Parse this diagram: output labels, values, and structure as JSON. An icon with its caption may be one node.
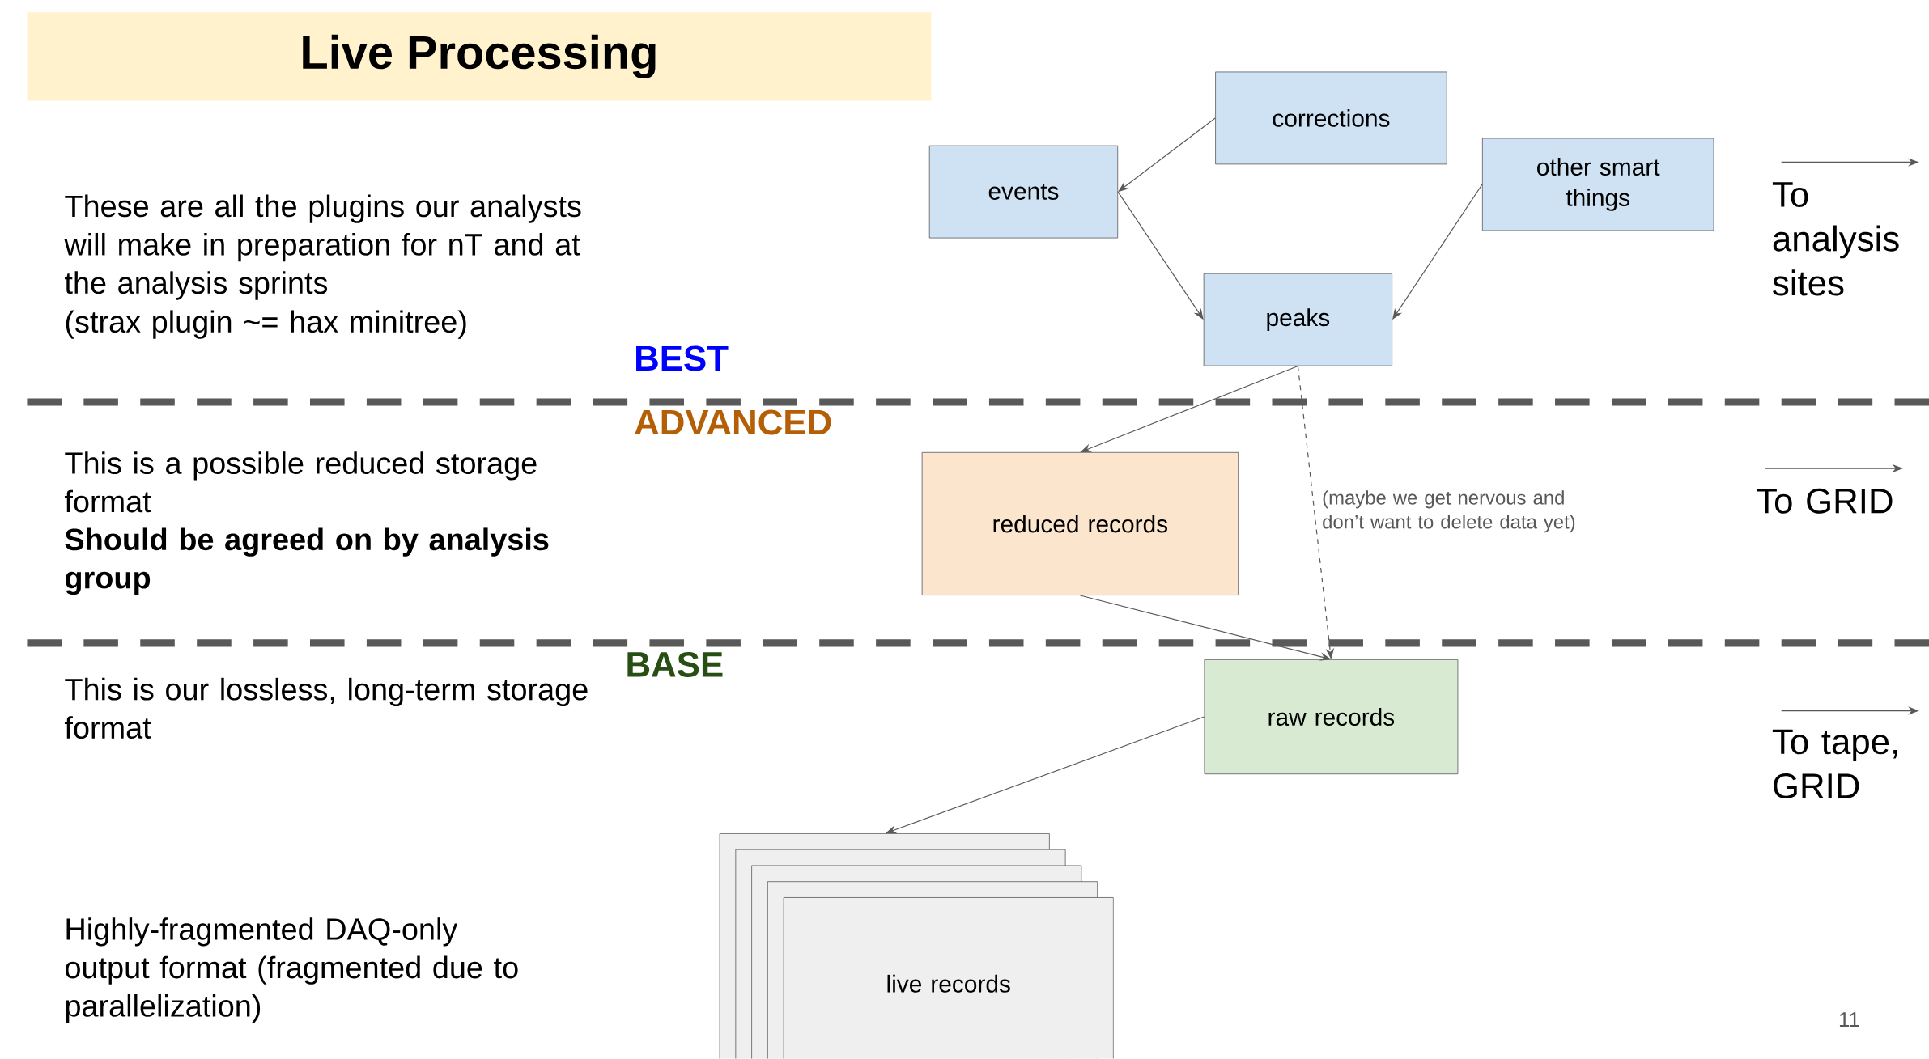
{
  "diagram": {
    "title": "Live Processing",
    "nodes": [
      {
        "text": [
          "corrections"
        ]
      },
      {
        "text": [
          "events"
        ]
      },
      {
        "text": [
          "other smart things"
        ]
      },
      {
        "text": [
          "peaks"
        ]
      },
      {
        "text": [
          "reduced records"
        ]
      },
      {
        "text": [
          "raw records"
        ]
      },
      {
        "text": [
          "live records"
        ]
      }
    ],
    "edges": [
      {
        "from": 0,
        "to": 1,
        "arrow": "to"
      },
      {
        "from": 1,
        "to": 3,
        "arrow": "to"
      },
      {
        "from": 2,
        "to": 3,
        "arrow": "to"
      },
      {
        "from": 3,
        "to": 4,
        "arrow": "to"
      },
      {
        "from": 4,
        "to": 5,
        "arrow": "to"
      },
      {
        "from": 3,
        "to": 5,
        "arrow": "to",
        "style": "dashed",
        "label": "(maybe we get nervous and don’t want to delete data yet)"
      },
      {
        "from": 5,
        "to": 6,
        "arrow": "to"
      }
    ],
    "labels": [
      "These are all the plugins our analysts will make in preparation for nT and at the analysis sprints",
      "(strax plugin ~= hax minitree)",
      "BEST",
      "ADVANCED",
      "This is a possible reduced storage format",
      "Should be agreed on by analysis group",
      "BASE",
      "This is our lossless, long-term storage format",
      "Highly-fragmented DAQ-only output format (fragmented due to parallelization)",
      "To analysis sites",
      "To GRID",
      "To tape, GRID",
      "11"
    ]
  }
}
